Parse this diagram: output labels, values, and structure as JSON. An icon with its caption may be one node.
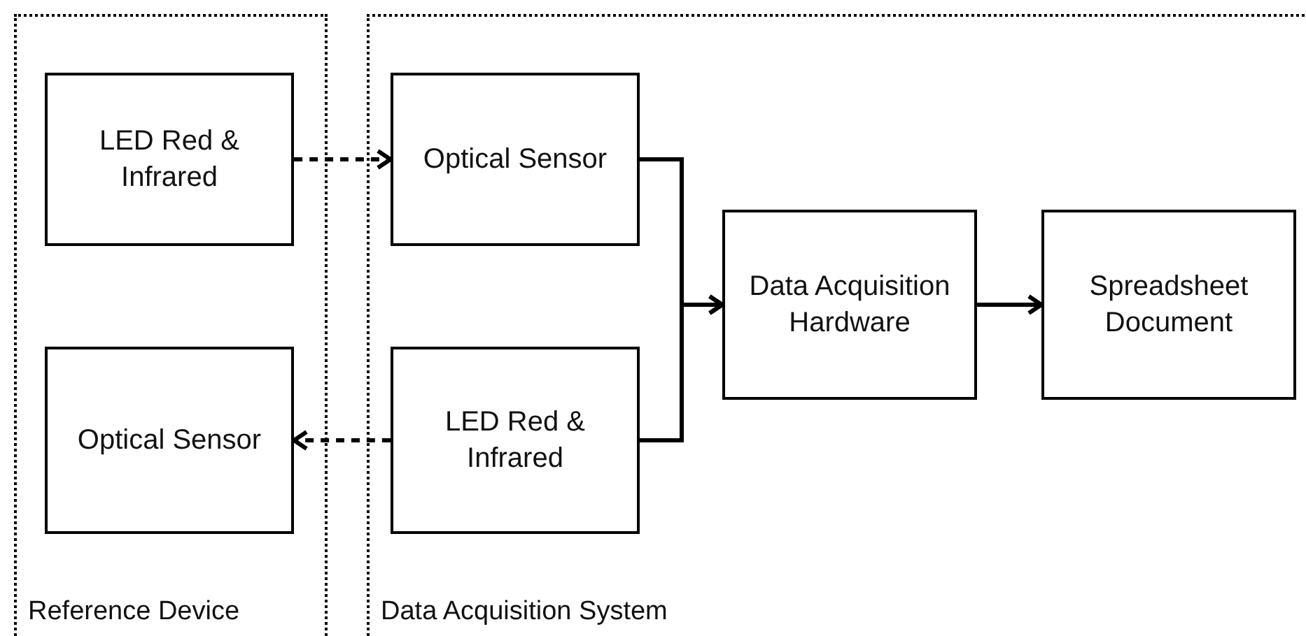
{
  "diagram": {
    "nodes": [
      {
        "text": [
          "Reference Device"
        ]
      },
      {
        "text": [
          "LED Red & Infrared"
        ],
        "in": 0
      },
      {
        "text": [
          "Optical Sensor"
        ],
        "in": 0
      },
      {
        "text": [
          "Data Acquisition System"
        ]
      },
      {
        "text": [
          "Optical Sensor"
        ],
        "in": 3
      },
      {
        "text": [
          "LED Red & Infrared"
        ],
        "in": 3
      },
      {
        "text": [
          "Data Acquisition Hardware"
        ],
        "in": 3
      },
      {
        "text": [
          "Spreadsheet Document"
        ],
        "in": 3
      }
    ],
    "edges": [
      {
        "from": 1,
        "to": 4,
        "arrow": "to",
        "style": "dashed"
      },
      {
        "from": 5,
        "to": 2,
        "arrow": "to",
        "style": "dashed"
      },
      {
        "from": 4,
        "to": 6,
        "arrow": "to"
      },
      {
        "from": 5,
        "to": 6,
        "arrow": "to"
      },
      {
        "from": 6,
        "to": 7,
        "arrow": "to"
      }
    ]
  }
}
